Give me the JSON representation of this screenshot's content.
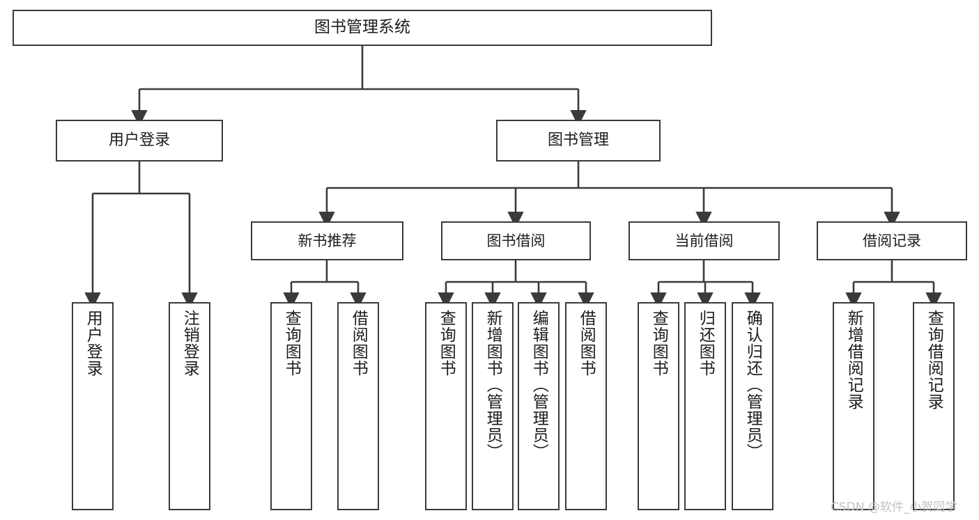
{
  "diagram": {
    "type": "tree",
    "title": "图书管理系统",
    "orientation": "top-down",
    "colors": {
      "node_border": "#3a3a3a",
      "node_fill": "#ffffff",
      "edge": "#3a3a3a",
      "text": "#1c1c1c",
      "watermark": "#c2c2c2",
      "background": "#ffffff"
    },
    "root": {
      "label": "图书管理系统"
    },
    "level1": [
      {
        "label": "用户登录"
      },
      {
        "label": "图书管理"
      }
    ],
    "level2": [
      {
        "label": "新书推荐"
      },
      {
        "label": "图书借阅"
      },
      {
        "label": "当前借阅"
      },
      {
        "label": "借阅记录"
      }
    ],
    "leaves": {
      "user_login": [
        {
          "label": "用户登录"
        },
        {
          "label": "注销登录"
        }
      ],
      "new_book_recommend": [
        {
          "label": "查询图书"
        },
        {
          "label": "借阅图书"
        }
      ],
      "book_borrow": [
        {
          "label": "查询图书"
        },
        {
          "label": "新增图书（管理员）"
        },
        {
          "label": "编辑图书（管理员）"
        },
        {
          "label": "借阅图书"
        }
      ],
      "current_borrow": [
        {
          "label": "查询图书"
        },
        {
          "label": "归还图书"
        },
        {
          "label": "确认归还（管理员）"
        }
      ],
      "borrow_record": [
        {
          "label": "新增借阅记录"
        },
        {
          "label": "查询借阅记录"
        }
      ]
    }
  },
  "watermark": {
    "text": "CSDN @软件_小贺同学"
  }
}
